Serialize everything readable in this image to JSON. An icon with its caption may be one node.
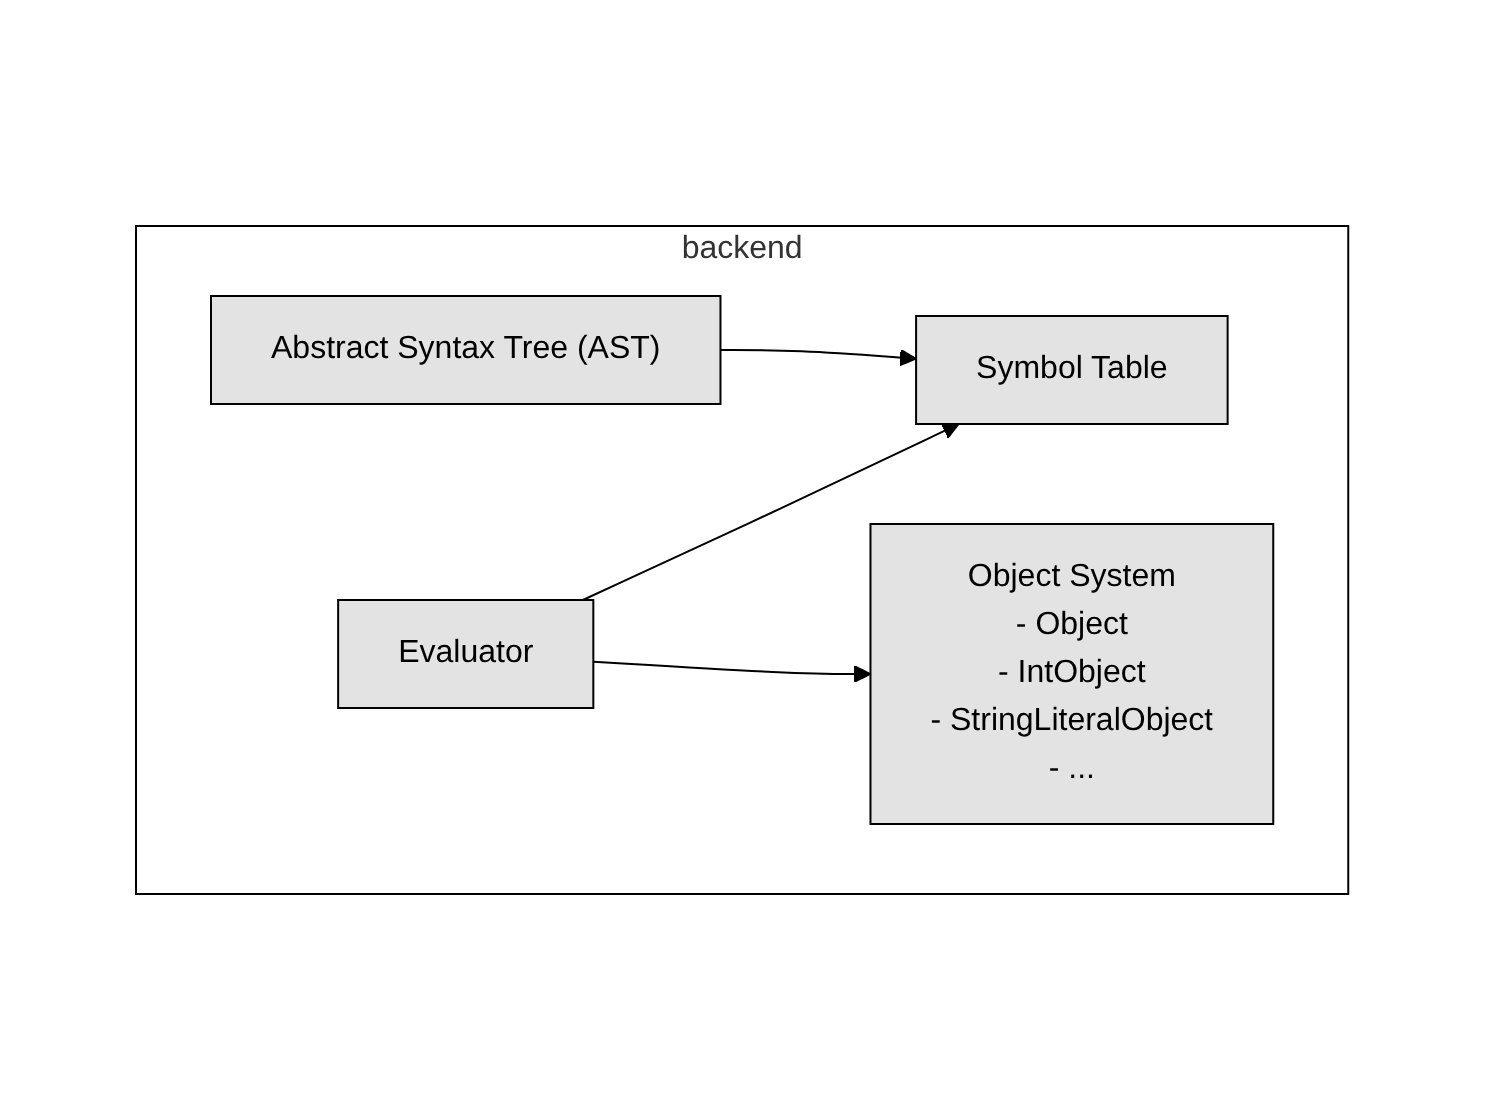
{
  "diagram": {
    "nodes": [
      {
        "text": [
          "backend"
        ]
      },
      {
        "text": [
          "Abstract Syntax Tree (AST)"
        ],
        "in": 0
      },
      {
        "text": [
          "Evaluator"
        ],
        "in": 0
      },
      {
        "text": [
          "Symbol Table"
        ],
        "in": 0
      },
      {
        "text": [
          "Object System",
          "- Object",
          "- IntObject",
          "- StringLiteralObject",
          "- ..."
        ],
        "in": 0
      }
    ],
    "edges": [
      {
        "from": 1,
        "to": 3,
        "arrow": "to"
      },
      {
        "from": 2,
        "to": 3,
        "arrow": "to"
      },
      {
        "from": 2,
        "to": 4,
        "arrow": "to"
      }
    ]
  }
}
